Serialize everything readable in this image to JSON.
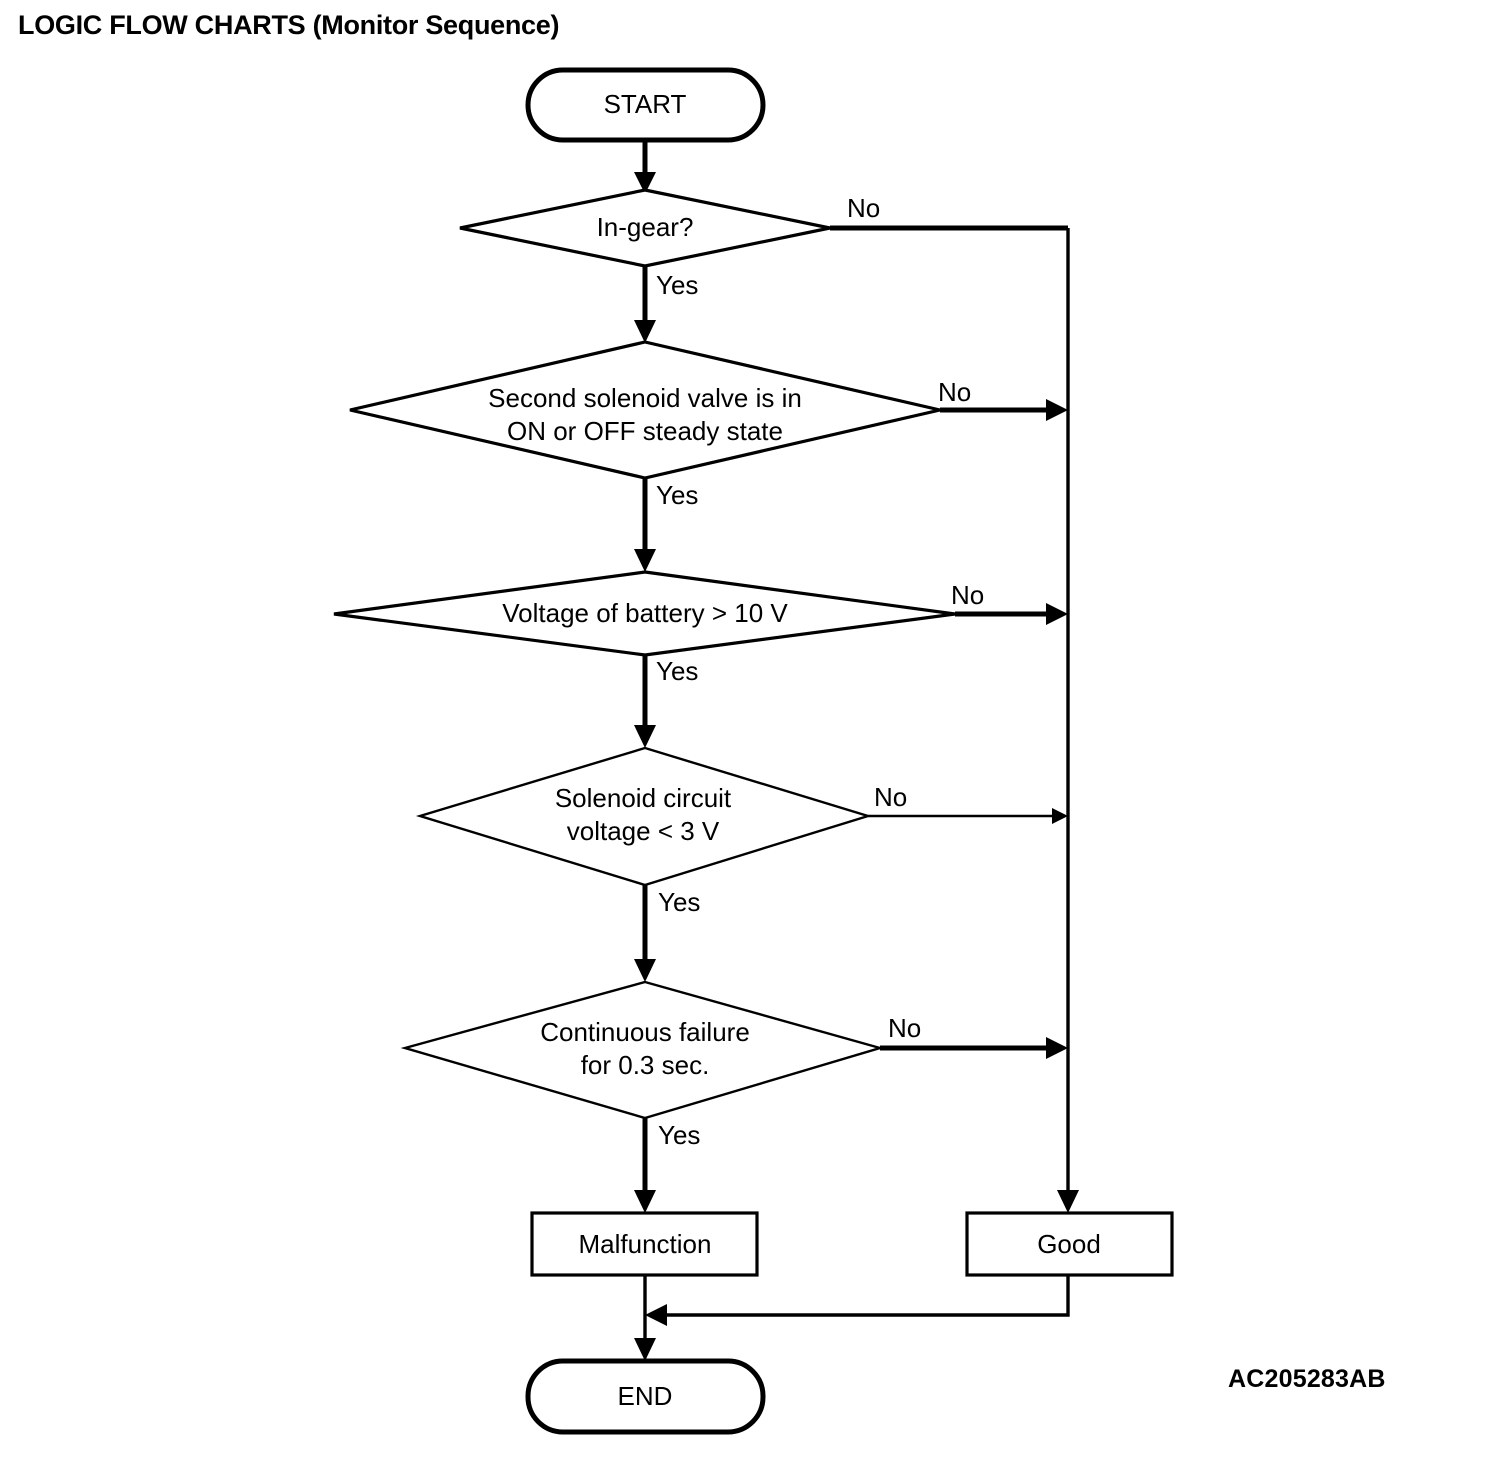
{
  "page": {
    "title": "LOGIC FLOW CHARTS (Monitor Sequence)",
    "reference_code": "AC205283AB",
    "background_color": "#ffffff",
    "line_color": "#000000"
  },
  "chart_data": {
    "type": "diagram",
    "diagram_type": "flowchart",
    "title": "LOGIC FLOW CHARTS (Monitor Sequence)",
    "orientation": "top-to-bottom",
    "nodes": [
      {
        "id": "start",
        "shape": "stadium",
        "label": "START"
      },
      {
        "id": "d1",
        "shape": "diamond",
        "label": "In-gear?"
      },
      {
        "id": "d2",
        "shape": "diamond",
        "label": "Second solenoid valve is in ON or OFF steady state",
        "line1": "Second solenoid valve is in",
        "line2": "ON or OFF steady state"
      },
      {
        "id": "d3",
        "shape": "diamond",
        "label": "Voltage of battery > 10 V"
      },
      {
        "id": "d4",
        "shape": "diamond",
        "label": "Solenoid circuit voltage < 3 V",
        "line1": "Solenoid circuit",
        "line2": "voltage < 3 V"
      },
      {
        "id": "d5",
        "shape": "diamond",
        "label": "Continuous failure for 0.3 sec.",
        "line1": "Continuous failure",
        "line2": "for 0.3 sec."
      },
      {
        "id": "malfunction",
        "shape": "rect",
        "label": "Malfunction"
      },
      {
        "id": "good",
        "shape": "rect",
        "label": "Good"
      },
      {
        "id": "end",
        "shape": "stadium",
        "label": "END"
      }
    ],
    "edges": [
      {
        "from": "start",
        "to": "d1",
        "label": ""
      },
      {
        "from": "d1",
        "to": "d2",
        "label": "Yes"
      },
      {
        "from": "d1",
        "to": "good",
        "label": "No"
      },
      {
        "from": "d2",
        "to": "d3",
        "label": "Yes"
      },
      {
        "from": "d2",
        "to": "good",
        "label": "No"
      },
      {
        "from": "d3",
        "to": "d4",
        "label": "Yes"
      },
      {
        "from": "d3",
        "to": "good",
        "label": "No"
      },
      {
        "from": "d4",
        "to": "d5",
        "label": "Yes"
      },
      {
        "from": "d4",
        "to": "good",
        "label": "No"
      },
      {
        "from": "d5",
        "to": "malfunction",
        "label": "Yes"
      },
      {
        "from": "d5",
        "to": "good",
        "label": "No"
      },
      {
        "from": "malfunction",
        "to": "end",
        "label": ""
      },
      {
        "from": "good",
        "to": "end",
        "label": ""
      }
    ],
    "labels": {
      "yes": "Yes",
      "no": "No"
    }
  },
  "nodes": {
    "start": {
      "label": "START"
    },
    "decision_in_gear": {
      "label": "In-gear?"
    },
    "decision_solenoid_state": {
      "line1": "Second solenoid valve is in",
      "line2": "ON or OFF steady state"
    },
    "decision_battery_voltage": {
      "label": "Voltage of battery > 10 V"
    },
    "decision_circuit_voltage": {
      "line1": "Solenoid circuit",
      "line2": "voltage < 3 V"
    },
    "decision_continuous_failure": {
      "line1": "Continuous failure",
      "line2": "for 0.3 sec."
    },
    "malfunction": {
      "label": "Malfunction"
    },
    "good": {
      "label": "Good"
    },
    "end": {
      "label": "END"
    }
  },
  "edge_labels": {
    "yes_1": "Yes",
    "yes_2": "Yes",
    "yes_3": "Yes",
    "yes_4": "Yes",
    "yes_5": "Yes",
    "no_1": "No",
    "no_2": "No",
    "no_3": "No",
    "no_4": "No",
    "no_5": "No"
  }
}
